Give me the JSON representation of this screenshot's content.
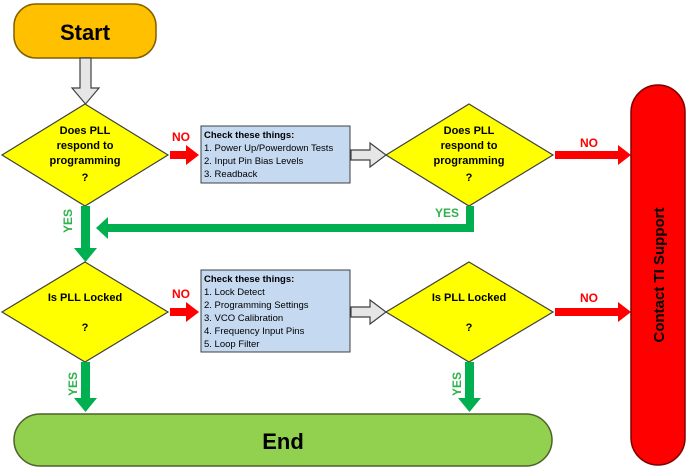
{
  "start": {
    "label": "Start"
  },
  "end": {
    "label": "End"
  },
  "contact": {
    "label": "Contact TI Support"
  },
  "decisions": {
    "respond_left": [
      "Does PLL",
      "respond to",
      "programming",
      "?"
    ],
    "respond_right": [
      "Does PLL",
      "respond to",
      "programming",
      "?"
    ],
    "locked_left": [
      "Is PLL Locked",
      "?"
    ],
    "locked_right": [
      "Is PLL Locked",
      "?"
    ]
  },
  "check_boxes": {
    "programming": {
      "title": "Check these things:",
      "items": [
        "1.  Power Up/Powerdown Tests",
        "2.  Input Pin Bias Levels",
        "3.   Readback"
      ]
    },
    "lock": {
      "title": "Check these things:",
      "items": [
        "1.  Lock Detect",
        "2.  Programming Settings",
        "3. VCO Calibration",
        "4.  Frequency Input Pins",
        "5. Loop Filter"
      ]
    }
  },
  "labels": {
    "no_1": "NO",
    "no_2": "NO",
    "no_3": "NO",
    "no_4": "NO",
    "yes_1": "YES",
    "yes_2": "YES",
    "yes_3": "YES",
    "yes_4": "YES"
  },
  "colors": {
    "start_fill": "#ffc000",
    "decision_fill": "#ffff00",
    "box_fill": "#c5d9f1",
    "end_fill": "#92d050",
    "contact_fill": "#ff0000",
    "arrow_red": "#ff0000",
    "arrow_green": "#00b050",
    "arrow_hollow": "#d9d9d9"
  }
}
